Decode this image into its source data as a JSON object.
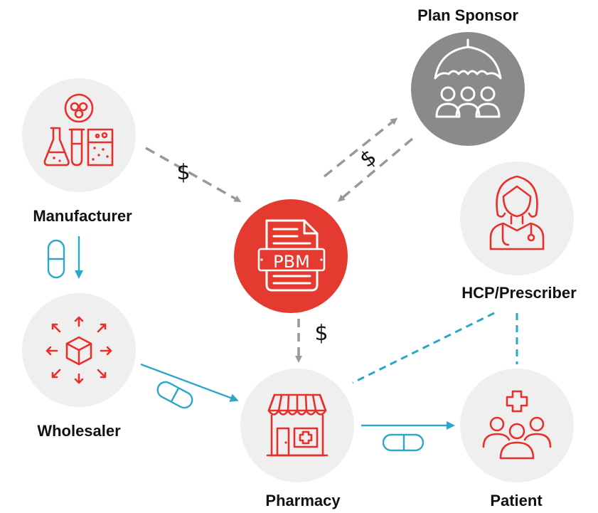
{
  "nodes": {
    "manufacturer": {
      "label": "Manufacturer",
      "icon": "lab-flasks-icon"
    },
    "wholesaler": {
      "label": "Wholesaler",
      "icon": "distribution-box-icon"
    },
    "pbm": {
      "label": "PBM",
      "icon": "pbm-document-icon"
    },
    "plan_sponsor": {
      "label": "Plan Sponsor",
      "icon": "umbrella-group-icon"
    },
    "hcp": {
      "label": "HCP/Prescriber",
      "icon": "doctor-icon"
    },
    "pharmacy": {
      "label": "Pharmacy",
      "icon": "storefront-icon"
    },
    "patient": {
      "label": "Patient",
      "icon": "patient-group-icon"
    }
  },
  "flows": {
    "dollar_symbol": "$",
    "money": [
      {
        "from": "Manufacturer",
        "to": "PBM",
        "label": "$"
      },
      {
        "from": "PBM",
        "to": "Plan Sponsor",
        "label": "$"
      },
      {
        "from": "Plan Sponsor",
        "to": "PBM",
        "label": "$"
      },
      {
        "from": "PBM",
        "to": "Pharmacy",
        "label": "$"
      }
    ],
    "drug": [
      {
        "from": "Manufacturer",
        "to": "Wholesaler"
      },
      {
        "from": "Wholesaler",
        "to": "Pharmacy"
      },
      {
        "from": "Pharmacy",
        "to": "Patient"
      }
    ],
    "relationship": [
      {
        "from": "HCP/Prescriber",
        "to": "Pharmacy"
      },
      {
        "from": "HCP/Prescriber",
        "to": "Patient"
      }
    ]
  },
  "colors": {
    "icon_red": "#e8302b",
    "pbm_fill": "#e53a2f",
    "node_bg": "#efefef",
    "plan_sponsor_fill": "#8a8a8a",
    "money_arrow": "#999999",
    "drug_arrow": "#2aa7c9",
    "label_text": "#111111"
  }
}
